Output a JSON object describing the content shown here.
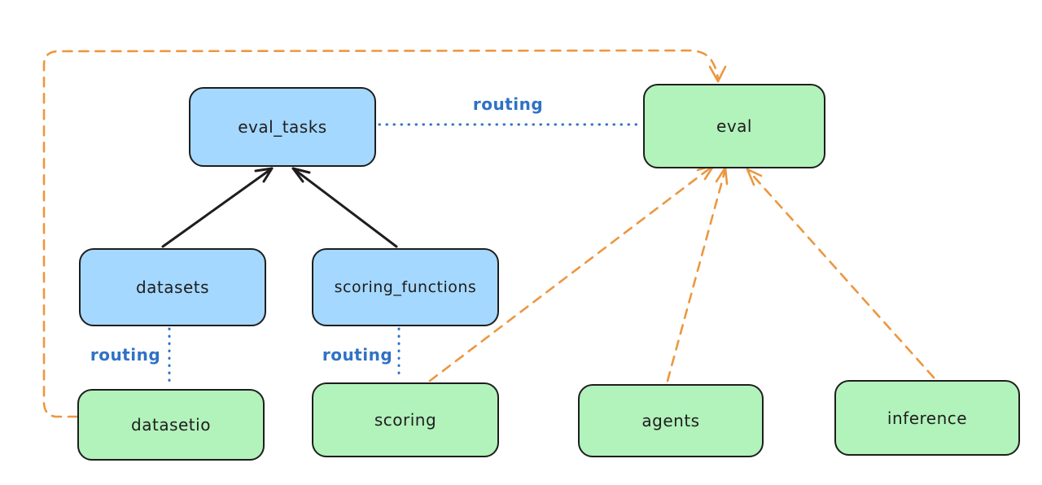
{
  "diagram": {
    "nodes": {
      "eval_tasks": {
        "label": "eval_tasks",
        "kind": "api",
        "fill": "#a5d8ff"
      },
      "eval": {
        "label": "eval",
        "kind": "provider",
        "fill": "#b2f2bb"
      },
      "datasets": {
        "label": "datasets",
        "kind": "api",
        "fill": "#a5d8ff"
      },
      "scoring_functions": {
        "label": "scoring_functions",
        "kind": "api",
        "fill": "#a5d8ff"
      },
      "datasetio": {
        "label": "datasetio",
        "kind": "provider",
        "fill": "#b2f2bb"
      },
      "scoring": {
        "label": "scoring",
        "kind": "provider",
        "fill": "#b2f2bb"
      },
      "agents": {
        "label": "agents",
        "kind": "provider",
        "fill": "#b2f2bb"
      },
      "inference": {
        "label": "inference",
        "kind": "provider",
        "fill": "#b2f2bb"
      }
    },
    "edges": [
      {
        "from": "eval_tasks",
        "to": "eval",
        "style": "dotted-blue",
        "label": "routing"
      },
      {
        "from": "datasets",
        "to": "datasetio",
        "style": "dotted-blue",
        "label": "routing"
      },
      {
        "from": "scoring_functions",
        "to": "scoring",
        "style": "dotted-blue",
        "label": "routing"
      },
      {
        "from": "datasets",
        "to": "eval_tasks",
        "style": "solid-black-arrow",
        "label": ""
      },
      {
        "from": "scoring_functions",
        "to": "eval_tasks",
        "style": "solid-black-arrow",
        "label": ""
      },
      {
        "from": "scoring",
        "to": "eval",
        "style": "dashed-orange-arrow",
        "label": ""
      },
      {
        "from": "agents",
        "to": "eval",
        "style": "dashed-orange-arrow",
        "label": ""
      },
      {
        "from": "inference",
        "to": "eval",
        "style": "dashed-orange-arrow",
        "label": ""
      },
      {
        "from": "datasetio",
        "to": "eval",
        "style": "dashed-orange-arrow-loop-left-top",
        "label": ""
      }
    ],
    "edge_labels": {
      "eval_tasks_to_eval": "routing",
      "datasets_to_datasetio": "routing",
      "scoring_functions_to_scoring": "routing"
    },
    "colors": {
      "node_blue_fill": "#a5d8ff",
      "node_green_fill": "#b2f2bb",
      "node_stroke": "#1e1e1e",
      "routing_blue": "#2f72c4",
      "orange_dashed": "#ec9741",
      "black_arrow": "#1e1e1e",
      "background": "#ffffff"
    }
  }
}
